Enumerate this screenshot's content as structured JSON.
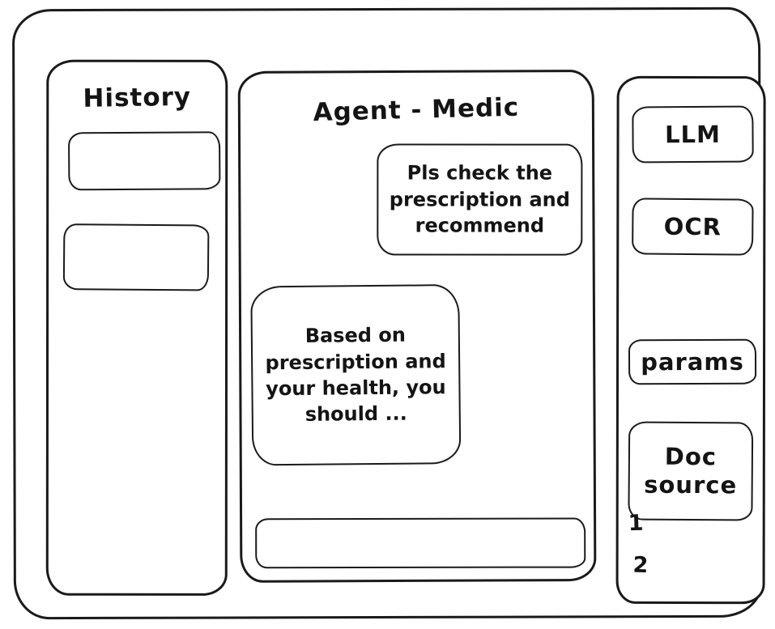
{
  "history_panel": {
    "title": "History",
    "items": [
      {
        "text": ""
      },
      {
        "text": ""
      }
    ]
  },
  "chat_panel": {
    "title": "Agent - Medic",
    "messages": [
      {
        "role": "user",
        "text": "Pls check the prescription and recommend"
      },
      {
        "role": "assistant",
        "text": "Based on prescription and your health, you should ..."
      }
    ],
    "input": {
      "value": "",
      "placeholder": ""
    }
  },
  "tools_panel": {
    "buttons": [
      {
        "label": "LLM"
      },
      {
        "label": "OCR"
      },
      {
        "label": "params"
      },
      {
        "label": "Doc source"
      }
    ],
    "annotations": [
      "1",
      "2"
    ]
  }
}
